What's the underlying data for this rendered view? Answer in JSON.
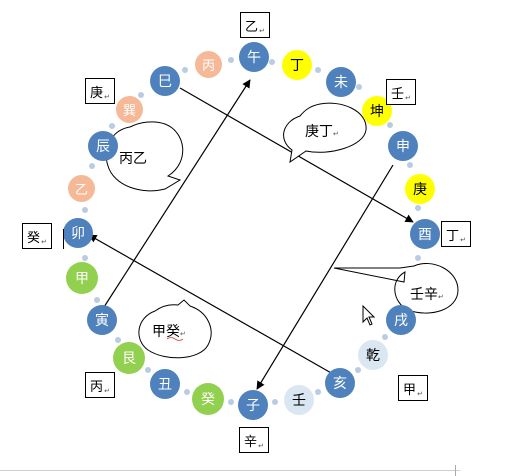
{
  "colors": {
    "blue": "#4f81bd",
    "peach": "#f5b998",
    "yellow": "#ffff00",
    "green": "#92d050",
    "light_blue": "#dae7f2",
    "arrow": "#000000",
    "dot": "#b8cce4"
  },
  "ring_nodes": [
    {
      "id": "wu",
      "label": "午",
      "color": "blue"
    },
    {
      "id": "ding-upper",
      "label": "丁",
      "color": "yellow"
    },
    {
      "id": "wei",
      "label": "未",
      "color": "blue"
    },
    {
      "id": "kun",
      "label": "坤",
      "color": "yellow"
    },
    {
      "id": "shen",
      "label": "申",
      "color": "blue"
    },
    {
      "id": "geng-right",
      "label": "庚",
      "color": "yellow"
    },
    {
      "id": "you",
      "label": "酉",
      "color": "blue"
    },
    {
      "id": "xu",
      "label": "戌",
      "color": "blue"
    },
    {
      "id": "qian",
      "label": "乾",
      "color": "light_blue"
    },
    {
      "id": "hai",
      "label": "亥",
      "color": "blue"
    },
    {
      "id": "ren",
      "label": "壬",
      "color": "light_blue"
    },
    {
      "id": "zi",
      "label": "子",
      "color": "blue"
    },
    {
      "id": "gui-node",
      "label": "癸",
      "color": "green"
    },
    {
      "id": "chou",
      "label": "丑",
      "color": "blue"
    },
    {
      "id": "gen",
      "label": "艮",
      "color": "green"
    },
    {
      "id": "yin",
      "label": "寅",
      "color": "blue"
    },
    {
      "id": "jia-node",
      "label": "甲",
      "color": "green"
    },
    {
      "id": "mao",
      "label": "卯",
      "color": "blue"
    },
    {
      "id": "yi-node",
      "label": "乙",
      "color": "peach"
    },
    {
      "id": "chen",
      "label": "辰",
      "color": "blue"
    },
    {
      "id": "xun",
      "label": "巽",
      "color": "peach"
    },
    {
      "id": "si",
      "label": "巳",
      "color": "blue"
    },
    {
      "id": "bing-node",
      "label": "丙",
      "color": "peach"
    }
  ],
  "outer_boxes": [
    {
      "id": "yi",
      "label": "乙"
    },
    {
      "id": "ren",
      "label": "壬"
    },
    {
      "id": "ding",
      "label": "丁"
    },
    {
      "id": "jia",
      "label": "甲"
    },
    {
      "id": "xin",
      "label": "辛"
    },
    {
      "id": "bing",
      "label": "丙"
    },
    {
      "id": "gui",
      "label": "癸"
    },
    {
      "id": "geng",
      "label": "庚"
    }
  ],
  "bubbles": [
    {
      "id": "bing-yi",
      "label": "丙乙"
    },
    {
      "id": "geng-ding",
      "label": "庚丁"
    },
    {
      "id": "ren-xin",
      "label": "壬辛"
    },
    {
      "id": "jia-gui",
      "label": "甲癸"
    }
  ],
  "paragraph_mark": "↵"
}
